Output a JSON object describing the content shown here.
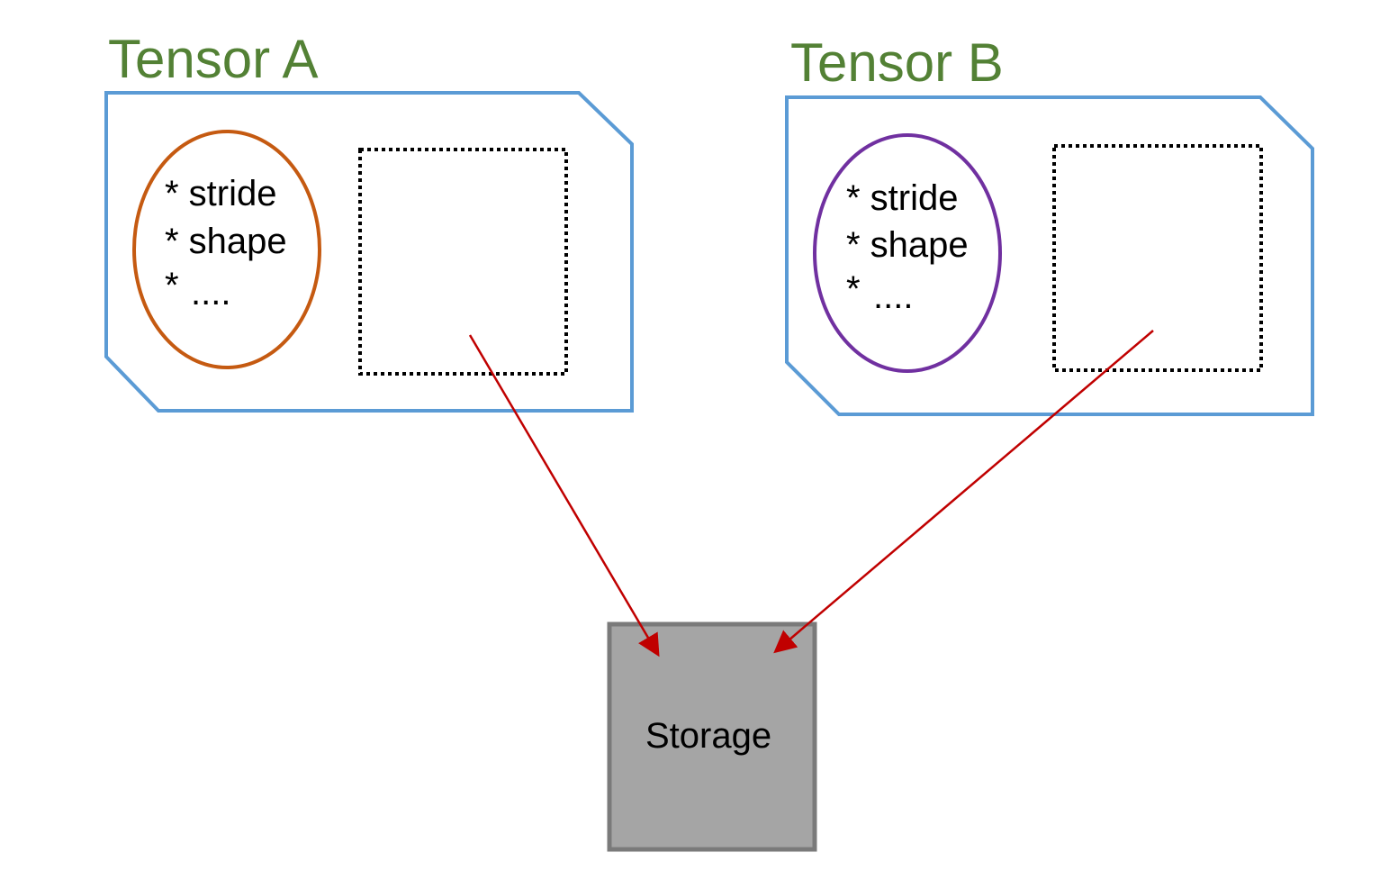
{
  "colors": {
    "title": "#538135",
    "frame": "#5b9bd5",
    "ellipse_a": "#c55a11",
    "ellipse_b": "#7030a0",
    "arrow": "#c00000",
    "storage_fill": "#a5a5a5",
    "storage_border": "#7a7a7a",
    "pointer_border": "#000000"
  },
  "tensors": [
    {
      "title": "Tensor A",
      "attributes": [
        "* stride",
        "* shape",
        "*",
        "...."
      ]
    },
    {
      "title": "Tensor B",
      "attributes": [
        "* stride",
        "* shape",
        "*",
        "...."
      ]
    }
  ],
  "storage": {
    "label": "Storage"
  }
}
